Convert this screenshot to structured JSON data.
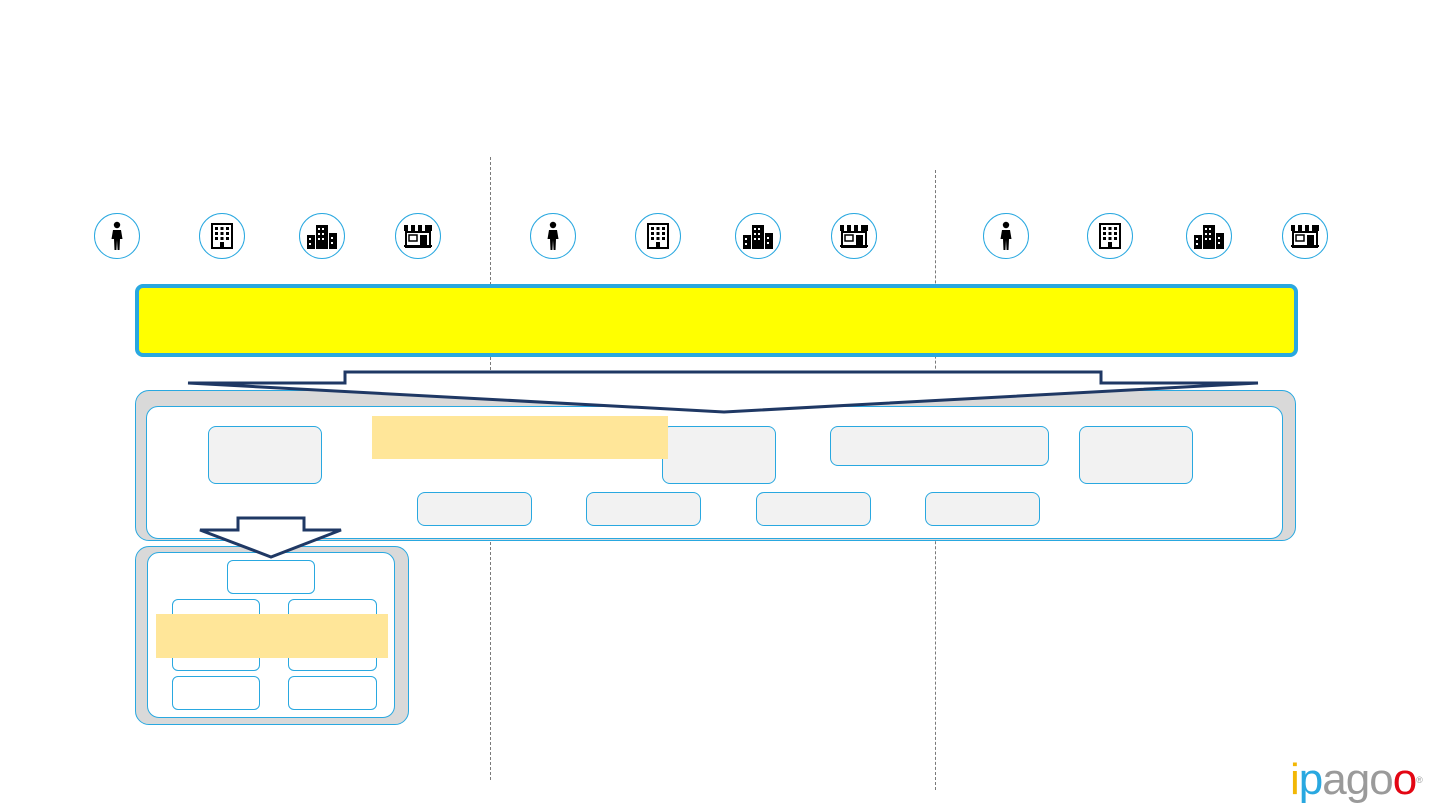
{
  "diagram": {
    "icon_groups": [
      {
        "icons": [
          "person-icon",
          "office-building-icon",
          "city-buildings-icon",
          "shop-icon"
        ]
      },
      {
        "icons": [
          "person-icon",
          "office-building-icon",
          "city-buildings-icon",
          "shop-icon"
        ]
      },
      {
        "icons": [
          "person-icon",
          "office-building-icon",
          "city-buildings-icon",
          "shop-icon"
        ]
      }
    ],
    "banner_text": "",
    "platform_top_boxes": [
      "",
      "",
      "",
      ""
    ],
    "platform_bottom_boxes": [
      "",
      "",
      "",
      ""
    ],
    "platform_highlight_text": "",
    "detail_highlight_text": ""
  },
  "colors": {
    "accent_blue": "#29a8e0",
    "banner_yellow": "#ffff00",
    "highlight_yellow": "#ffe699",
    "panel_grey": "#d9d9d9",
    "arrow_navy": "#1f3864"
  },
  "logo": {
    "text_i": "i",
    "text_p": "p",
    "text_agoo": "ago",
    "text_o": "o",
    "mark": "®"
  }
}
